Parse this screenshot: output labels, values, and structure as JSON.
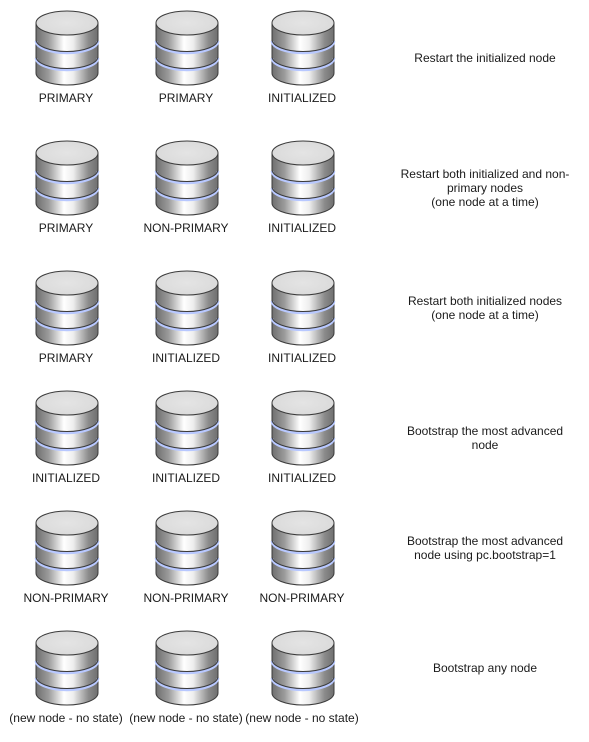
{
  "colors": {
    "cylinder_top": "#d9d9d9",
    "cylinder_body_dark": "#6f6f6f",
    "cylinder_body_light": "#ffffff",
    "band_highlight": "#b8c8ff",
    "outline": "#3b3b3b"
  },
  "icon": "database-cylinder-icon",
  "scenarios": [
    {
      "nodes": [
        {
          "label": "PRIMARY"
        },
        {
          "label": "PRIMARY"
        },
        {
          "label": "INITIALIZED"
        }
      ],
      "action_lines": [
        "Restart the initialized node"
      ]
    },
    {
      "nodes": [
        {
          "label": "PRIMARY"
        },
        {
          "label": "NON-PRIMARY"
        },
        {
          "label": "INITIALIZED"
        }
      ],
      "action_lines": [
        "Restart both initialized and non-",
        "primary nodes",
        "(one node at a time)"
      ]
    },
    {
      "nodes": [
        {
          "label": "PRIMARY"
        },
        {
          "label": "INITIALIZED"
        },
        {
          "label": "INITIALIZED"
        }
      ],
      "action_lines": [
        "Restart both initialized nodes",
        "(one node at a time)"
      ]
    },
    {
      "nodes": [
        {
          "label": "INITIALIZED"
        },
        {
          "label": "INITIALIZED"
        },
        {
          "label": "INITIALIZED"
        }
      ],
      "action_lines": [
        "Bootstrap the most advanced",
        "node"
      ]
    },
    {
      "nodes": [
        {
          "label": "NON-PRIMARY"
        },
        {
          "label": "NON-PRIMARY"
        },
        {
          "label": "NON-PRIMARY"
        }
      ],
      "action_lines": [
        "Bootstrap the most advanced",
        "node using pc.bootstrap=1"
      ]
    },
    {
      "nodes": [
        {
          "label": "(new node - no state)"
        },
        {
          "label": "(new node - no state)"
        },
        {
          "label": "(new node - no state)"
        }
      ],
      "action_lines": [
        "Bootstrap any node"
      ]
    }
  ]
}
